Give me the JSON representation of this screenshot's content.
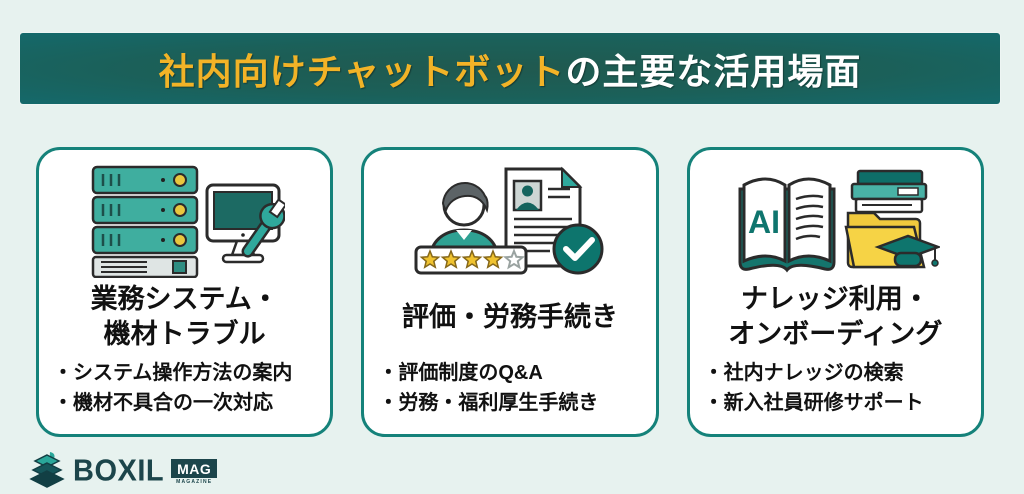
{
  "banner": {
    "highlight": "社内向けチャットボット",
    "rest": "の主要な活用場面",
    "bg_color": "#1b6059",
    "highlight_color": "#f2b327",
    "rest_color": "#ffffff"
  },
  "cards": [
    {
      "icon": "server-monitor-wrench",
      "title_line1": "業務システム・",
      "title_line2": "機材トラブル",
      "bullets": [
        "・システム操作方法の案内",
        "・機材不具合の一次対応"
      ]
    },
    {
      "icon": "evaluation-document-check",
      "title_line1": "評価・労務手続き",
      "title_line2": "",
      "bullets": [
        "・評価制度のQ&A",
        "・労務・福利厚生手続き"
      ]
    },
    {
      "icon": "ai-book-folder-graduation",
      "icon_label": "AI",
      "title_line1": "ナレッジ利用・",
      "title_line2": "オンボーディング",
      "bullets": [
        "・社内ナレッジの検索",
        "・新入社員研修サポート"
      ]
    }
  ],
  "footer": {
    "brand": "BOXIL",
    "badge": "MAG",
    "badge_sub": "MAGAZINE"
  },
  "colors": {
    "page_bg": "#e7f2ef",
    "card_border": "#15827a",
    "accent_teal": "#2fa89c",
    "dark_teal": "#0e756d",
    "accent_yellow": "#f2cb3f",
    "star_gold": "#f0c330",
    "text": "#111111"
  }
}
